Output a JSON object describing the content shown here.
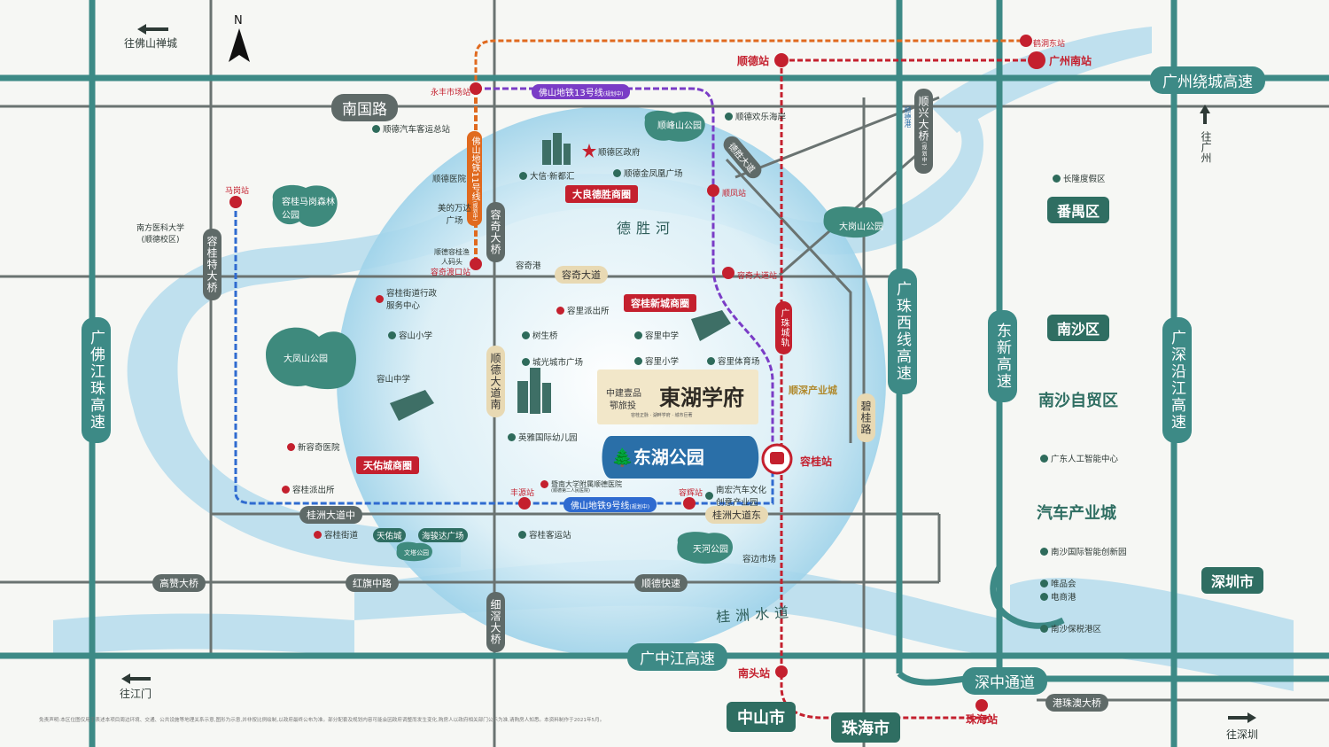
{
  "colors": {
    "highway": "#3d8a86",
    "road": "#5f6a68",
    "metro_9": "#2f6bd0",
    "metro_11": "#e06a1f",
    "metro_13": "#7a3cc6",
    "rail": "#c4202e",
    "water": "#bfe0ee",
    "district": "#2f6e62",
    "accent": "#c4202e"
  },
  "compass": "N",
  "directions": {
    "foshan": "往佛山禅城",
    "guangzhou": "往广州",
    "jiangmen": "往江门",
    "shenzhen": "往深圳"
  },
  "highways": {
    "guangzhou_ring": "广州绕城高速",
    "foshan_river": "广佛江珠高速",
    "zhuxi": "广珠西线高速",
    "dongxin": "东新高速",
    "shenzhen_river": "广深沿江高速",
    "guangzhongjiang": "广中江高速",
    "shenzhong": "深中通道"
  },
  "roads": {
    "nanguo": "南国路",
    "rongqi_avenue": "容奇大道",
    "guizhou_middle": "桂洲大道中",
    "guizhou_east": "桂洲大道东",
    "hongqi_middle": "红旗中路",
    "shunde_express": "顺德快速",
    "gaozan_bridge": "高赞大桥",
    "shunde_avenue_south": "顺德大道南",
    "rongqi_bridge": "容奇大桥",
    "ronggui_bridge": "容桂特大桥",
    "xiyong_bridge": "细滘大桥",
    "shunxing_bridge": "顺兴大桥",
    "shunxing_note": "(规划中)",
    "desheng_avenue": "德胜大道",
    "bigui_road": "碧桂路",
    "hkzm_bridge": "港珠澳大桥",
    "guangzhu_rail": "广珠城轨"
  },
  "metro": {
    "line9": "佛山地铁9号线",
    "line9_note": "(规划中)",
    "line11": "佛山地铁11号线",
    "line11_note": "(规划中)",
    "line13": "佛山地铁13号线",
    "line13_note": "(规划中)"
  },
  "stations": {
    "shunde": "顺德站",
    "gz_south": "广州南站",
    "hedong": "鹤洞东站",
    "yongfeng": "永丰市场站",
    "magang": "马岗站",
    "shunfeng": "顺凤站",
    "rongqi_ave_st": "容奇大道站",
    "rongqi_ferry": "容奇渡口站",
    "fengyuan": "丰源站",
    "ronghui": "容辉站",
    "ronggui": "容桂站",
    "nantou": "南头站",
    "zhuhai": "珠海站"
  },
  "business": {
    "daliang": "大良德胜商圈",
    "ronggui_new": "容桂新城商圈",
    "tianyou": "天佑城商圈"
  },
  "parks": {
    "donghu": "东湖公园",
    "shunfeng_mt": "顺峰山公园",
    "magang_forest": "容桂马岗森林公园",
    "dafeng": "大凤山公园",
    "dagang": "大岗山公园",
    "tianhe": "天河公园",
    "wenta": "文塔公园"
  },
  "districts": {
    "panyu": "番禺区",
    "nansha": "南沙区",
    "nansha_ftz": "南沙自贸区",
    "auto_city": "汽车产业城",
    "zhongshan": "中山市",
    "zhuhai": "珠海市",
    "shenzhen": "深圳市",
    "shunshen": "顺深产业城",
    "changlong": "长隆度假区"
  },
  "rivers": {
    "desheng": "德胜河",
    "guizhou": "桂洲水道"
  },
  "project": {
    "dev1": "中建壹品",
    "dev2": "鄂旅投",
    "name": "東湖学府",
    "tagline": "容桂正脉 · 湖畔学府 · 城市巨著"
  },
  "pois": {
    "bus_station": "顺德汽车客运总站",
    "gov": "顺德区政府",
    "hospital_sd": "顺德医院",
    "dasin": "大信·新都汇",
    "jinfeng": "顺德金凤凰广场",
    "meide": "美的万达广场",
    "fishing": "顺德容桂渔人码头",
    "rongqi_port": "容奇港",
    "happy_coast": "顺德欢乐海岸",
    "shunde_port": "顺德港",
    "univ": "南方医科大学(顺德校区)",
    "gov_center": "容桂街道行政服务中心",
    "rongli_police": "容里派出所",
    "rongshan_primary": "容山小学",
    "rongshan_middle": "容山中学",
    "shushengqiao": "树生桥",
    "chengguang": "城光城市广场",
    "ronggui_middle": "容里中学",
    "ronggui_primary": "容里小学",
    "sports": "容里体育场",
    "yingya": "英雅国际幼儿园",
    "jinan_hosp": "暨南大学附属顺德医院",
    "jinan_note": "(顺德第二人民医院)",
    "xinrongqi": "新容奇医院",
    "ronggui_police": "容桂派出所",
    "nanhong": "南宏汽车文化创意产业园",
    "ronggui_street": "容桂街道",
    "tianyou_city": "天佑城",
    "haijunda": "海骏达广场",
    "bus_ronggui": "容桂客运站",
    "rongbian": "容边市场",
    "ai_center": "广东人工智能中心",
    "innov_park": "南沙国际智能创新园",
    "vip": "唯品会",
    "ec_port": "电商港",
    "bonded": "南沙保税港区"
  },
  "disclaimer": "免责声明:本区位图仅用于表述本项目周边环境、交通、公共设施等地理关系示意,图形为示意,并非按比例绘制,以政府最终公布为准。部分配套及规划内容可能会因政府调整而发生变化,购房人以政府相关部门公示为准,请购房人知悉。本资料制作于2021年5月。"
}
